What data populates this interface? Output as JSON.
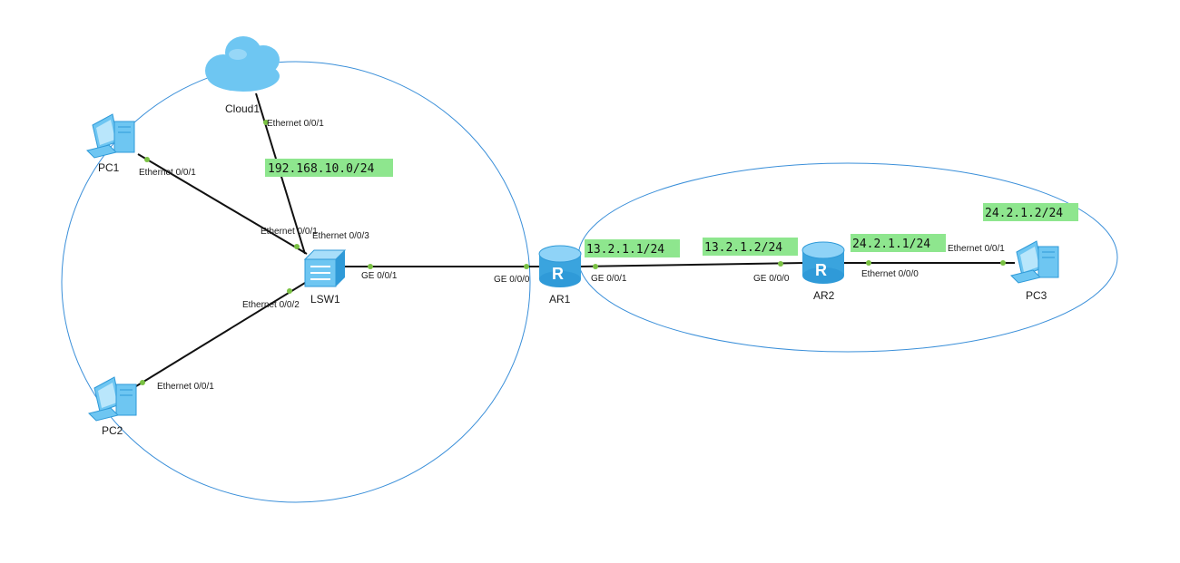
{
  "colors": {
    "zone_outline": "#3a8fd9",
    "link": "#111111",
    "port_dot": "#7ac143",
    "subnet_bg": "#8ee68e",
    "device_body": "#6ec6f2",
    "device_dark": "#2f9ad8"
  },
  "nodes": {
    "cloud1": {
      "label": "Cloud1",
      "icon": "cloud-icon"
    },
    "pc1": {
      "label": "PC1",
      "icon": "pc-icon"
    },
    "pc2": {
      "label": "PC2",
      "icon": "pc-icon"
    },
    "pc3": {
      "label": "PC3",
      "icon": "pc-icon"
    },
    "lsw1": {
      "label": "LSW1",
      "icon": "switch-icon"
    },
    "ar1": {
      "label": "AR1",
      "icon": "router-icon"
    },
    "ar2": {
      "label": "AR2",
      "icon": "router-icon"
    }
  },
  "ports": {
    "cloud1_e001": "Ethernet 0/0/1",
    "pc1_e001": "Ethernet 0/0/1",
    "lsw1_e001": "Ethernet 0/0/1",
    "lsw1_e003": "Ethernet 0/0/3",
    "lsw1_e002": "Ethernet 0/0/2",
    "pc2_e001": "Ethernet 0/0/1",
    "lsw1_ge001": "GE 0/0/1",
    "ar1_ge000": "GE 0/0/0",
    "ar1_ge001": "GE 0/0/1",
    "ar2_ge000": "GE 0/0/0",
    "ar2_e000": "Ethernet 0/0/0",
    "pc3_e001": "Ethernet 0/0/1"
  },
  "subnets": {
    "lan": "192.168.10.0/24",
    "ar1_ip": "13.2.1.1/24",
    "ar2_ip": "13.2.1.2/24",
    "ar2_lan_ip": "24.2.1.1/24",
    "pc3_ip": "24.2.1.2/24"
  }
}
